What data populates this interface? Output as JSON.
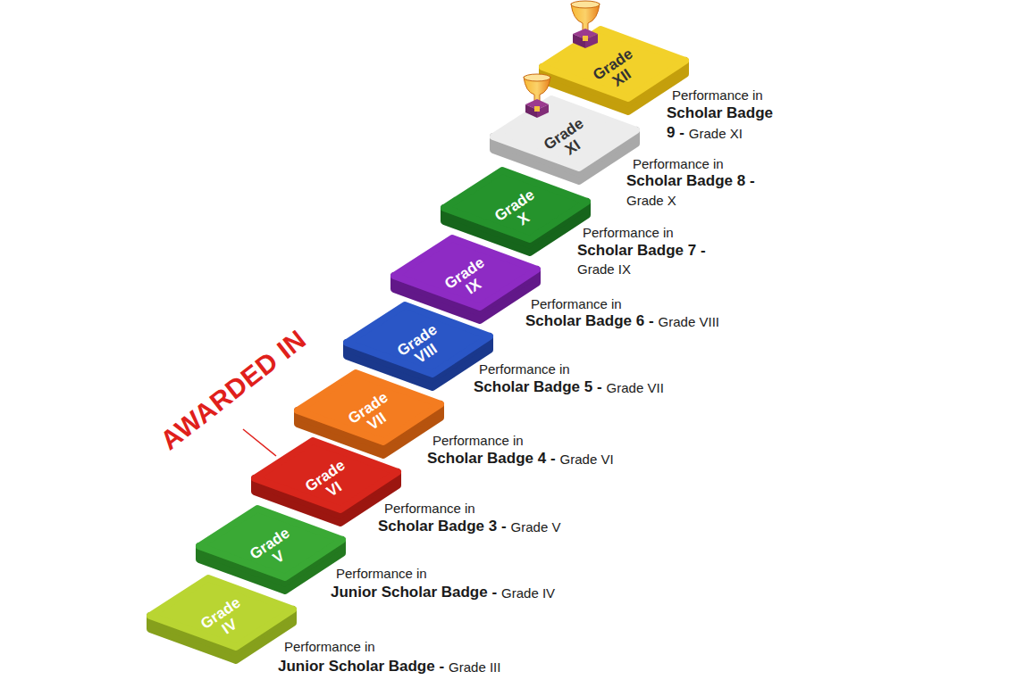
{
  "diagram": {
    "nodes": [
      {
        "text": [
          "Grade IV"
        ]
      },
      {
        "text": [
          "Grade V"
        ]
      },
      {
        "text": [
          "Grade VI"
        ]
      },
      {
        "text": [
          "Grade VII"
        ]
      },
      {
        "text": [
          "Grade VIII"
        ]
      },
      {
        "text": [
          "Grade IX"
        ]
      },
      {
        "text": [
          "Grade X"
        ]
      },
      {
        "text": [
          "Grade XI"
        ]
      },
      {
        "text": [
          "Grade XII"
        ]
      }
    ],
    "labels": [
      "AWARDED IN",
      "Performance in",
      "Scholar Badge",
      "9 -",
      "Grade XI",
      "Performance in",
      "Scholar Badge 8 -",
      "Grade X",
      "Performance in",
      "Scholar Badge 7 -",
      "Grade IX",
      "Performance in",
      "Scholar Badge 6 -",
      "Grade VIII",
      "Performance in",
      "Scholar Badge 5 -",
      "Grade VII",
      "Performance in",
      "Scholar Badge 4 -",
      "Grade VI",
      "Performance in",
      "Scholar Badge 3 -",
      "Grade V",
      "Performance in",
      "Junior Scholar Badge -",
      "Grade IV",
      "Performance in",
      "Junior Scholar Badge -",
      "Grade III"
    ]
  }
}
